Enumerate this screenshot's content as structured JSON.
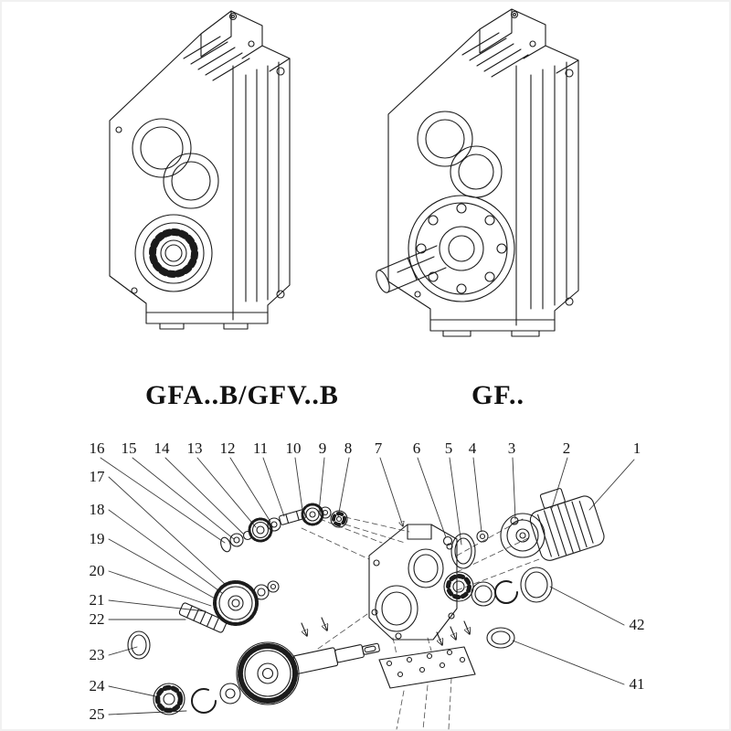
{
  "figures": {
    "left": {
      "caption": "GFA..B/GFV..B"
    },
    "right": {
      "caption": "GF.."
    }
  },
  "exploded": {
    "top_row": [
      "16",
      "15",
      "14",
      "13",
      "12",
      "11",
      "10",
      "9",
      "8",
      "7",
      "6",
      "5",
      "4",
      "3",
      "2",
      "1"
    ],
    "left_column": [
      "17",
      "18",
      "19",
      "20",
      "21",
      "22",
      "23",
      "24",
      "25"
    ],
    "right_column": [
      "42",
      "41"
    ]
  }
}
